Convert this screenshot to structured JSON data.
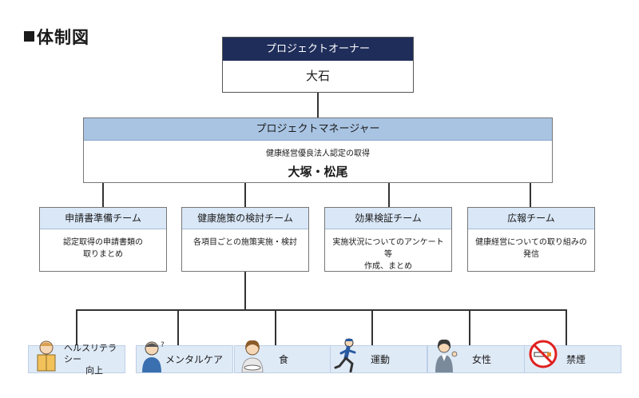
{
  "title": "体制図",
  "owner": {
    "header": "プロジェクトオーナー",
    "name": "大石"
  },
  "manager": {
    "header": "プロジェクトマネージャー",
    "subtitle": "健康経営優良法人認定の取得",
    "names": "大塚・松尾"
  },
  "teams": [
    {
      "label": "申請書準備チーム",
      "desc1": "認定取得の申請書類の",
      "desc2": "取りまとめ"
    },
    {
      "label": "健康施策の検討チーム",
      "desc1": "各項目ごとの施策実施・検討",
      "desc2": ""
    },
    {
      "label": "効果検証チーム",
      "desc1": "実施状況についてのアンケート等",
      "desc2": "作成、まとめ"
    },
    {
      "label": "広報チーム",
      "desc1": "健康経営についての取り組みの",
      "desc2": "発信"
    }
  ],
  "activities": [
    {
      "label1": "ヘルスリテラシー",
      "label2": "向上",
      "icon": "reading-person-icon"
    },
    {
      "label1": "メンタルケア",
      "label2": "",
      "icon": "worried-person-icon"
    },
    {
      "label1": "食",
      "label2": "",
      "icon": "eating-person-icon"
    },
    {
      "label1": "運動",
      "label2": "",
      "icon": "running-person-icon"
    },
    {
      "label1": "女性",
      "label2": "",
      "icon": "woman-icon"
    },
    {
      "label1": "禁煙",
      "label2": "",
      "icon": "no-smoking-icon"
    }
  ],
  "colors": {
    "owner_header": "#1f2d5a",
    "manager_header": "#a9c4e3",
    "team_header": "#d9e7f7",
    "activity_bg": "#dfeaf7"
  }
}
